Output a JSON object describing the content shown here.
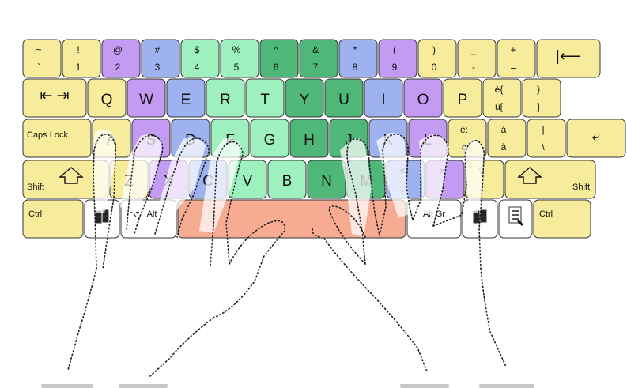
{
  "keyboard": {
    "finger_colors": {
      "pinky": "#f7ec9c",
      "ring": "#c49bf3",
      "middle": "#9fb2f0",
      "index_left": "#9ef0bf",
      "index_right": "#4fb777",
      "thumbs": "#f7ab93",
      "other": "#ffffff"
    },
    "rows": [
      [
        {
          "id": "tilde",
          "top": "~",
          "bottom": "`",
          "color": "pinky"
        },
        {
          "id": "1",
          "top": "!",
          "bottom": "1",
          "color": "pinky"
        },
        {
          "id": "2",
          "top": "@",
          "bottom": "2",
          "color": "ring"
        },
        {
          "id": "3",
          "top": "#",
          "bottom": "3",
          "color": "middle"
        },
        {
          "id": "4",
          "top": "$",
          "bottom": "4",
          "color": "index_left"
        },
        {
          "id": "5",
          "top": "%",
          "bottom": "5",
          "color": "index_left"
        },
        {
          "id": "6",
          "top": "^",
          "bottom": "6",
          "color": "index_right"
        },
        {
          "id": "7",
          "top": "&",
          "bottom": "7",
          "color": "index_right"
        },
        {
          "id": "8",
          "top": "*",
          "bottom": "8",
          "color": "middle"
        },
        {
          "id": "9",
          "top": "(",
          "bottom": "9",
          "color": "ring"
        },
        {
          "id": "0",
          "top": ")",
          "bottom": "0",
          "color": "pinky"
        },
        {
          "id": "minus",
          "top": "_",
          "bottom": "-",
          "color": "pinky"
        },
        {
          "id": "equals",
          "top": "+",
          "bottom": "=",
          "color": "pinky"
        },
        {
          "id": "backspace",
          "label": "|⟵",
          "color": "pinky"
        }
      ],
      [
        {
          "id": "tab",
          "label": "⇤ ⇥",
          "color": "pinky"
        },
        {
          "id": "q",
          "label": "Q",
          "color": "pinky"
        },
        {
          "id": "w",
          "label": "W",
          "color": "ring"
        },
        {
          "id": "e",
          "label": "E",
          "color": "middle"
        },
        {
          "id": "r",
          "label": "R",
          "color": "index_left"
        },
        {
          "id": "t",
          "label": "T",
          "color": "index_left"
        },
        {
          "id": "y",
          "label": "Y",
          "color": "index_right"
        },
        {
          "id": "u",
          "label": "U",
          "color": "index_right"
        },
        {
          "id": "i",
          "label": "I",
          "color": "middle"
        },
        {
          "id": "o",
          "label": "O",
          "color": "ring"
        },
        {
          "id": "p",
          "label": "P",
          "color": "pinky"
        },
        {
          "id": "bracket_left",
          "top": "è{",
          "bottom": "ù[",
          "color": "pinky"
        },
        {
          "id": "bracket_right",
          "top": "}",
          "bottom": "]",
          "color": "pinky"
        }
      ],
      [
        {
          "id": "caps",
          "label": "Caps Lock",
          "color": "pinky"
        },
        {
          "id": "a",
          "label": "A",
          "color": "pinky"
        },
        {
          "id": "s",
          "label": "S",
          "color": "ring"
        },
        {
          "id": "d",
          "label": "D",
          "color": "middle"
        },
        {
          "id": "f",
          "label": "F",
          "color": "index_left"
        },
        {
          "id": "g",
          "label": "G",
          "color": "index_left"
        },
        {
          "id": "h",
          "label": "H",
          "color": "index_right"
        },
        {
          "id": "j",
          "label": "J",
          "color": "index_right"
        },
        {
          "id": "k",
          "label": "K",
          "color": "middle"
        },
        {
          "id": "l",
          "label": "L",
          "color": "ring"
        },
        {
          "id": "semicolon",
          "top": "é:",
          "bottom": "ç",
          "color": "pinky"
        },
        {
          "id": "quote",
          "top": "à",
          "bottom": "à",
          "color": "pinky"
        },
        {
          "id": "backslash",
          "top": "|",
          "bottom": "\\",
          "color": "pinky"
        },
        {
          "id": "enter",
          "label": "⤶",
          "color": "pinky"
        }
      ],
      [
        {
          "id": "shift_left",
          "label": "Shift",
          "color": "pinky"
        },
        {
          "id": "z",
          "label": "Z",
          "color": "pinky"
        },
        {
          "id": "x",
          "label": "X",
          "color": "ring"
        },
        {
          "id": "c",
          "label": "C",
          "color": "middle"
        },
        {
          "id": "v",
          "label": "V",
          "color": "index_left"
        },
        {
          "id": "b",
          "label": "B",
          "color": "index_left"
        },
        {
          "id": "n",
          "label": "N",
          "color": "index_right"
        },
        {
          "id": "m",
          "label": "M",
          "color": "index_right"
        },
        {
          "id": "comma",
          "top": "<",
          ";": "",
          "bottom": ",",
          "color": "middle"
        },
        {
          "id": "period",
          "top": ">",
          "bottom": ".",
          "color": "ring"
        },
        {
          "id": "slash",
          "top": "?",
          "bottom": "/",
          "color": "pinky"
        },
        {
          "id": "shift_right",
          "label": "Shift",
          "color": "pinky"
        }
      ],
      [
        {
          "id": "ctrl_left",
          "label": "Ctrl",
          "color": "pinky"
        },
        {
          "id": "win_left",
          "label": "",
          "color": "other"
        },
        {
          "id": "alt",
          "label": "Alt",
          "color": "other"
        },
        {
          "id": "space",
          "label": "",
          "color": "thumbs"
        },
        {
          "id": "altgr",
          "label": "Alt Gr",
          "color": "other"
        },
        {
          "id": "win_right",
          "label": "",
          "color": "other"
        },
        {
          "id": "menu",
          "label": "",
          "color": "other"
        },
        {
          "id": "ctrl_right",
          "label": "Ctrl",
          "color": "pinky"
        }
      ]
    ]
  }
}
